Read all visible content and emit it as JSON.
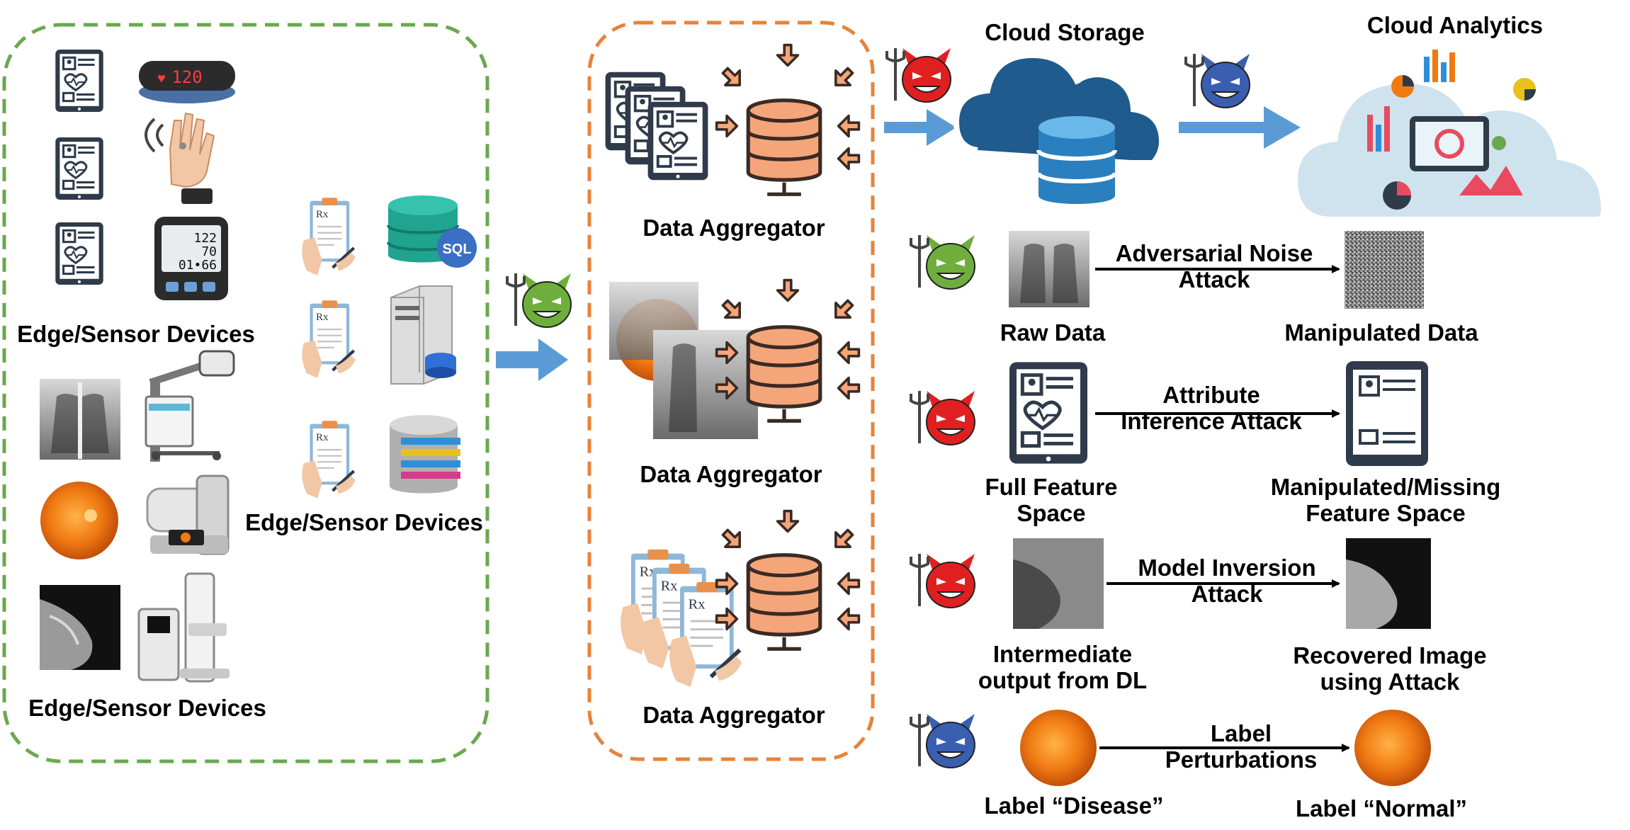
{
  "colors": {
    "edge_border": "#6aa84f",
    "aggregator_border": "#e6833a",
    "flow_arrow": "#5b9bd5",
    "db_orange": "#f4a57a",
    "db_outline": "#3a2a24",
    "devil_red": "#e02020",
    "devil_green": "#6fae3c",
    "devil_blue": "#3a5fb0",
    "cloud_blue": "#1f5b8c",
    "analytics_cloud": "#cfe3ee"
  },
  "edge_section": {
    "label_top": "Edge/Sensor Devices",
    "label_middle": "Edge/Sensor Devices",
    "label_bottom": "Edge/Sensor Devices",
    "watch_display": "120",
    "meter_lines": [
      "122",
      "70",
      "01•66"
    ],
    "sql_badge": "SQL"
  },
  "aggregators": [
    {
      "label": "Data Aggregator"
    },
    {
      "label": "Data Aggregator"
    },
    {
      "label": "Data Aggregator"
    }
  ],
  "cloud_storage": {
    "title": "Cloud Storage"
  },
  "cloud_analytics": {
    "title": "Cloud Analytics"
  },
  "attacks": [
    {
      "attack": "Adversarial Noise\nAttack",
      "input": "Raw Data",
      "output": "Manipulated Data",
      "attacker": "green"
    },
    {
      "attack": "Attribute\nInference Attack",
      "input": "Full Feature\nSpace",
      "output": "Manipulated/Missing\nFeature Space",
      "attacker": "red"
    },
    {
      "attack": "Model Inversion\nAttack",
      "input": "Intermediate\noutput from DL",
      "output": "Recovered Image\nusing Attack",
      "attacker": "red"
    },
    {
      "attack": "Label\nPerturbations",
      "input": "Label “Disease”",
      "output": "Label “Normal”",
      "attacker": "blue"
    }
  ]
}
